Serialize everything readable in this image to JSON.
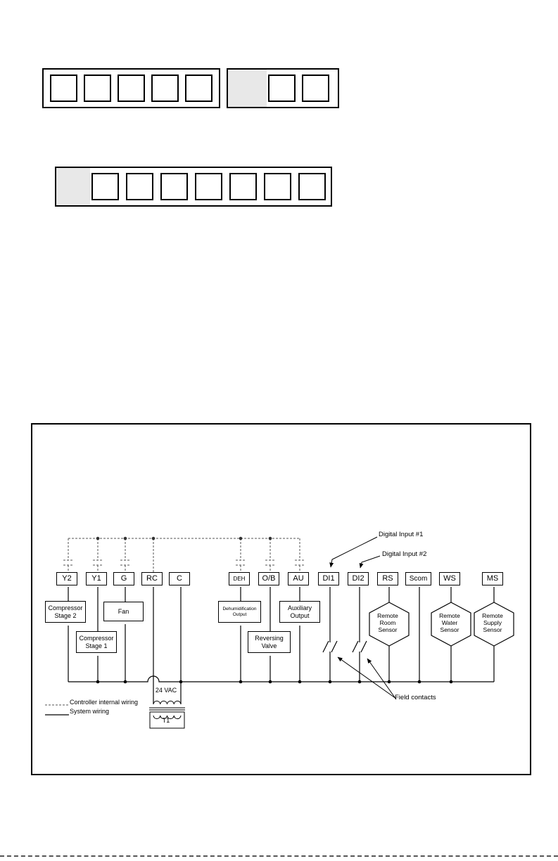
{
  "diagram": {
    "terminals": {
      "y2": "Y2",
      "y1": "Y1",
      "g": "G",
      "rc": "RC",
      "c": "C",
      "deh": "DEH",
      "ob": "O/B",
      "au": "AU",
      "di1": "DI1",
      "di2": "DI2",
      "rs": "RS",
      "scom": "Scom",
      "ws": "WS",
      "ms": "MS"
    },
    "loads": {
      "compressor2": {
        "l1": "Compressor",
        "l2": "Stage 2"
      },
      "fan": {
        "l1": "Fan"
      },
      "compressor1": {
        "l1": "Compressor",
        "l2": "Stage 1"
      },
      "dehumidification": {
        "l1": "Dehumidification",
        "l2": "Output"
      },
      "auxiliary": {
        "l1": "Auxiliary",
        "l2": "Output"
      },
      "reversing": {
        "l1": "Reversing",
        "l2": "Valve"
      }
    },
    "sensors": {
      "room": {
        "l1": "Remote",
        "l2": "Room",
        "l3": "Sensor"
      },
      "water": {
        "l1": "Remote",
        "l2": "Water",
        "l3": "Sensor"
      },
      "supply": {
        "l1": "Remote",
        "l2": "Supply",
        "l3": "Sensor"
      }
    },
    "annotations": {
      "digital_input_1": "Digital Input #1",
      "digital_input_2": "Digital Input #2",
      "field_contacts": "Field contacts",
      "transformer_voltage": "24 VAC",
      "transformer_name": "T1"
    },
    "legend": {
      "internal": "Controller internal wiring",
      "system": "System wiring"
    },
    "colors": {
      "wire_solid": "#000000",
      "wire_dashed": "#555555",
      "strip_shade": "#e8e8e8"
    }
  }
}
